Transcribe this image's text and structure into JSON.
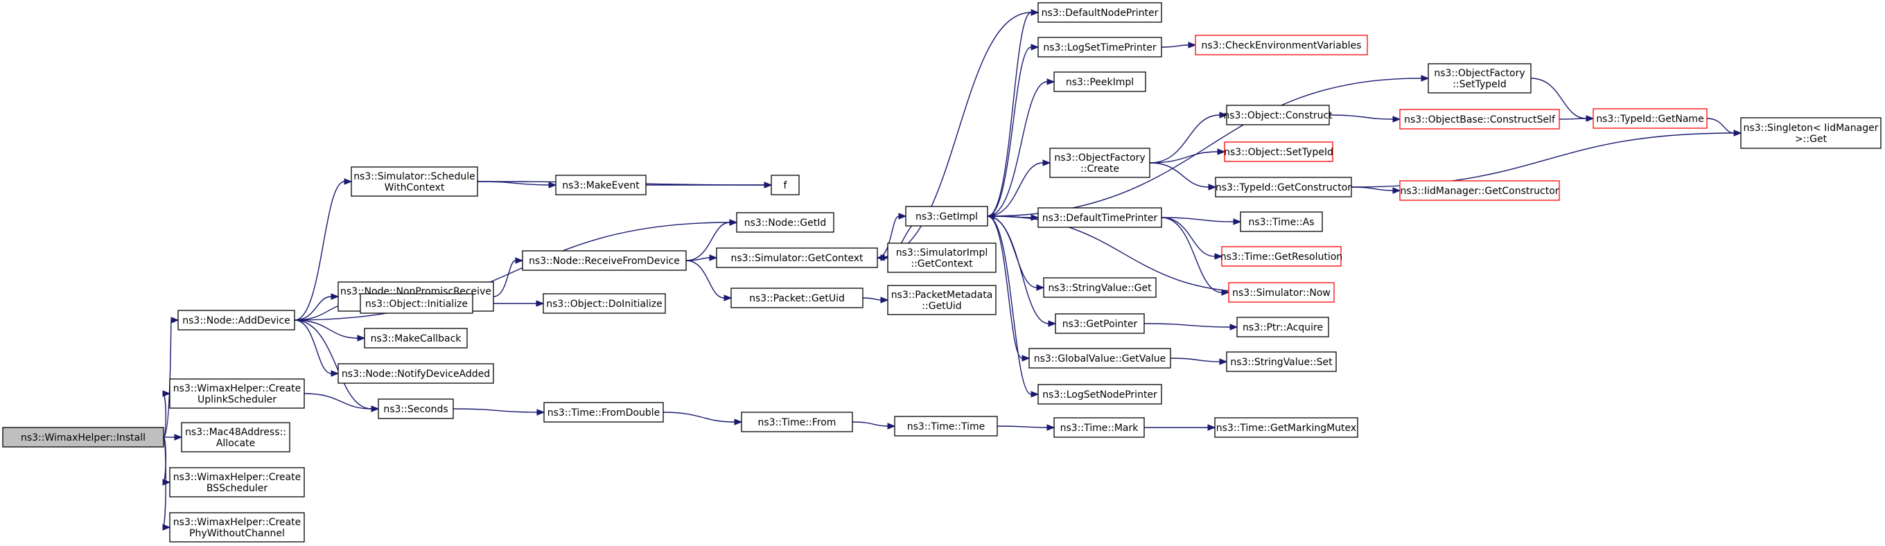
{
  "nodes": {
    "install": {
      "lines": [
        "ns3::WimaxHelper::Install"
      ],
      "style": "root"
    },
    "addDevice": {
      "lines": [
        "ns3::Node::AddDevice"
      ]
    },
    "createUplink": {
      "lines": [
        "ns3::WimaxHelper::Create",
        "UplinkScheduler"
      ]
    },
    "mac48": {
      "lines": [
        "ns3::Mac48Address::",
        "Allocate"
      ]
    },
    "createBS": {
      "lines": [
        "ns3::WimaxHelper::Create",
        "BSScheduler"
      ]
    },
    "createPhy": {
      "lines": [
        "ns3::WimaxHelper::Create",
        "PhyWithoutChannel"
      ]
    },
    "schedWithContext": {
      "lines": [
        "ns3::Simulator::Schedule",
        "WithContext"
      ]
    },
    "nonPromisc": {
      "lines": [
        "ns3::Node::NonPromiscReceive",
        "FromDevice"
      ]
    },
    "objInit": {
      "lines": [
        "ns3::Object::Initialize"
      ]
    },
    "makeCallback": {
      "lines": [
        "ns3::MakeCallback"
      ]
    },
    "notifyDevAdded": {
      "lines": [
        "ns3::Node::NotifyDeviceAdded"
      ]
    },
    "seconds": {
      "lines": [
        "ns3::Seconds"
      ]
    },
    "makeEvent": {
      "lines": [
        "ns3::MakeEvent"
      ]
    },
    "f": {
      "lines": [
        "f"
      ]
    },
    "nodeGetId": {
      "lines": [
        "ns3::Node::GetId"
      ]
    },
    "receiveFromDevice": {
      "lines": [
        "ns3::Node::ReceiveFromDevice"
      ]
    },
    "doInitialize": {
      "lines": [
        "ns3::Object::DoInitialize"
      ]
    },
    "fromDouble": {
      "lines": [
        "ns3::Time::FromDouble"
      ]
    },
    "simGetContext": {
      "lines": [
        "ns3::Simulator::GetContext"
      ]
    },
    "packetGetUid": {
      "lines": [
        "ns3::Packet::GetUid"
      ]
    },
    "timeFrom": {
      "lines": [
        "ns3::Time::From"
      ]
    },
    "getImpl": {
      "lines": [
        "ns3::GetImpl"
      ]
    },
    "simImplGetContext": {
      "lines": [
        "ns3::SimulatorImpl",
        "::GetContext"
      ]
    },
    "pktMetaGetUid": {
      "lines": [
        "ns3::PacketMetadata",
        "::GetUid"
      ]
    },
    "timeTime": {
      "lines": [
        "ns3::Time::Time"
      ]
    },
    "defaultNodePrinter": {
      "lines": [
        "ns3::DefaultNodePrinter"
      ]
    },
    "logSetTimePrinter": {
      "lines": [
        "ns3::LogSetTimePrinter"
      ]
    },
    "peekImpl": {
      "lines": [
        "ns3::PeekImpl"
      ]
    },
    "objFactoryCreate": {
      "lines": [
        "ns3::ObjectFactory",
        "::Create"
      ]
    },
    "defaultTimePrinter": {
      "lines": [
        "ns3::DefaultTimePrinter"
      ]
    },
    "stringValueGet": {
      "lines": [
        "ns3::StringValue::Get"
      ]
    },
    "getPointer": {
      "lines": [
        "ns3::GetPointer"
      ]
    },
    "globalValueGet": {
      "lines": [
        "ns3::GlobalValue::GetValue"
      ]
    },
    "logSetNodePrinter": {
      "lines": [
        "ns3::LogSetNodePrinter"
      ]
    },
    "timeMark": {
      "lines": [
        "ns3::Time::Mark"
      ]
    },
    "checkEnvVars": {
      "lines": [
        "ns3::CheckEnvironmentVariables"
      ],
      "style": "ext"
    },
    "objFactorySetTypeId": {
      "lines": [
        "ns3::ObjectFactory",
        "::SetTypeId"
      ]
    },
    "objConstruct": {
      "lines": [
        "ns3::Object::Construct"
      ]
    },
    "objSetTypeId": {
      "lines": [
        "ns3::Object::SetTypeId"
      ],
      "style": "ext"
    },
    "typeIdGetConstructor": {
      "lines": [
        "ns3::TypeId::GetConstructor"
      ]
    },
    "timeAs": {
      "lines": [
        "ns3::Time::As"
      ]
    },
    "timeGetResolution": {
      "lines": [
        "ns3::Time::GetResolution"
      ],
      "style": "ext"
    },
    "simNow": {
      "lines": [
        "ns3::Simulator::Now"
      ],
      "style": "ext"
    },
    "ptrAcquire": {
      "lines": [
        "ns3::Ptr::Acquire"
      ]
    },
    "stringValueSet": {
      "lines": [
        "ns3::StringValue::Set"
      ]
    },
    "timeGetMarkingMutex": {
      "lines": [
        "ns3::Time::GetMarkingMutex"
      ]
    },
    "objBaseConstructSelf": {
      "lines": [
        "ns3::ObjectBase::ConstructSelf"
      ],
      "style": "ext"
    },
    "iidGetConstructor": {
      "lines": [
        "ns3::IidManager::GetConstructor"
      ],
      "style": "ext"
    },
    "typeIdGetName": {
      "lines": [
        "ns3::TypeId::GetName"
      ],
      "style": "ext"
    },
    "singletonGet": {
      "lines": [
        "ns3::Singleton< IidManager",
        " >::Get"
      ]
    }
  },
  "edges": [
    [
      "install",
      "addDevice"
    ],
    [
      "install",
      "createUplink"
    ],
    [
      "install",
      "mac48"
    ],
    [
      "install",
      "createBS"
    ],
    [
      "install",
      "createPhy"
    ],
    [
      "addDevice",
      "schedWithContext"
    ],
    [
      "addDevice",
      "nodeGetId"
    ],
    [
      "addDevice",
      "nonPromisc"
    ],
    [
      "addDevice",
      "objInit"
    ],
    [
      "addDevice",
      "makeCallback"
    ],
    [
      "addDevice",
      "notifyDevAdded"
    ],
    [
      "addDevice",
      "seconds"
    ],
    [
      "createUplink",
      "seconds"
    ],
    [
      "schedWithContext",
      "f"
    ],
    [
      "schedWithContext",
      "makeEvent"
    ],
    [
      "makeEvent",
      "f"
    ],
    [
      "nonPromisc",
      "receiveFromDevice"
    ],
    [
      "receiveFromDevice",
      "nodeGetId"
    ],
    [
      "receiveFromDevice",
      "simGetContext"
    ],
    [
      "receiveFromDevice",
      "packetGetUid"
    ],
    [
      "objInit",
      "doInitialize"
    ],
    [
      "seconds",
      "fromDouble"
    ],
    [
      "fromDouble",
      "timeFrom"
    ],
    [
      "timeFrom",
      "timeTime"
    ],
    [
      "timeTime",
      "timeMark"
    ],
    [
      "timeMark",
      "timeGetMarkingMutex"
    ],
    [
      "simGetContext",
      "getImpl"
    ],
    [
      "simGetContext",
      "simImplGetContext"
    ],
    [
      "simGetContext",
      "defaultNodePrinter"
    ],
    [
      "packetGetUid",
      "pktMetaGetUid"
    ],
    [
      "getImpl",
      "defaultNodePrinter"
    ],
    [
      "getImpl",
      "logSetTimePrinter"
    ],
    [
      "getImpl",
      "peekImpl"
    ],
    [
      "getImpl",
      "objFactorySetTypeId"
    ],
    [
      "getImpl",
      "objFactoryCreate"
    ],
    [
      "getImpl",
      "defaultTimePrinter"
    ],
    [
      "getImpl",
      "stringValueGet"
    ],
    [
      "getImpl",
      "getPointer"
    ],
    [
      "getImpl",
      "globalValueGet"
    ],
    [
      "getImpl",
      "logSetNodePrinter"
    ],
    [
      "getImpl",
      "simGetContext"
    ],
    [
      "logSetTimePrinter",
      "checkEnvVars"
    ],
    [
      "objFactorySetTypeId",
      "typeIdGetName"
    ],
    [
      "objFactoryCreate",
      "objConstruct"
    ],
    [
      "objFactoryCreate",
      "objSetTypeId"
    ],
    [
      "objFactoryCreate",
      "typeIdGetConstructor"
    ],
    [
      "objConstruct",
      "objBaseConstructSelf"
    ],
    [
      "objBaseConstructSelf",
      "typeIdGetName"
    ],
    [
      "typeIdGetName",
      "singletonGet"
    ],
    [
      "typeIdGetConstructor",
      "iidGetConstructor"
    ],
    [
      "typeIdGetConstructor",
      "singletonGet"
    ],
    [
      "defaultTimePrinter",
      "timeAs"
    ],
    [
      "defaultTimePrinter",
      "timeGetResolution"
    ],
    [
      "defaultTimePrinter",
      "simNow"
    ],
    [
      "simNow",
      "getImpl"
    ],
    [
      "getPointer",
      "ptrAcquire"
    ],
    [
      "globalValueGet",
      "stringValueSet"
    ]
  ]
}
